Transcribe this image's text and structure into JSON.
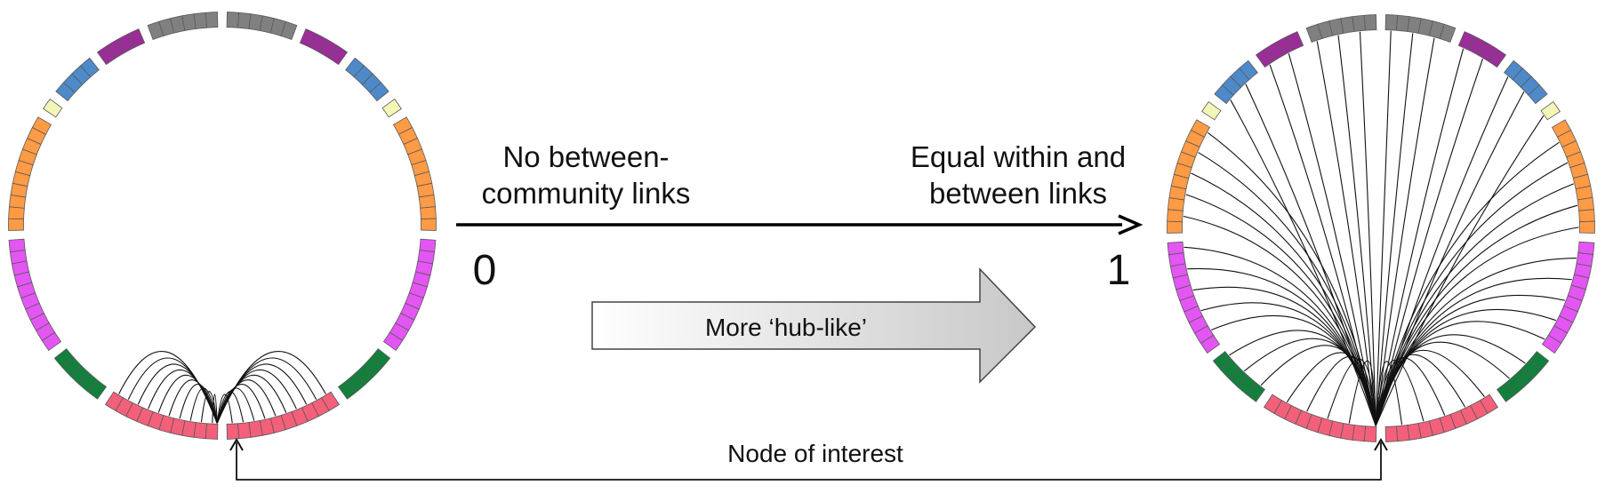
{
  "labels": {
    "left_top_line1": "No between-",
    "left_top_line2": "community links",
    "right_top_line1": "Equal within and",
    "right_top_line2": "between links",
    "scale_min": "0",
    "scale_max": "1",
    "hub_arrow": "More ‘hub-like’",
    "node_of_interest": "Node of interest"
  },
  "communities": [
    {
      "color": "#f4607a",
      "segments": 10
    },
    {
      "color": "#12803c",
      "segments": 5
    },
    {
      "color": "#e356f3",
      "segments": 10
    },
    {
      "color": "#ff9b45",
      "segments": 10
    },
    {
      "color": "#f4f6b7",
      "segments": 1
    },
    {
      "color": "#4e8ac9",
      "segments": 4
    },
    {
      "color": "#9a2d97",
      "segments": 4
    },
    {
      "color": "#808080",
      "segments": 6
    },
    {
      "color": "#808080",
      "segments": 6
    },
    {
      "color": "#9a2d97",
      "segments": 4
    },
    {
      "color": "#4e8ac9",
      "segments": 4
    },
    {
      "color": "#f4f6b7",
      "segments": 1
    },
    {
      "color": "#ff9b45",
      "segments": 10
    },
    {
      "color": "#e356f3",
      "segments": 10
    },
    {
      "color": "#12803c",
      "segments": 5
    },
    {
      "color": "#f4607a",
      "segments": 10
    }
  ],
  "edge_color": "#111111",
  "arrow_fill_start": "#ffffff",
  "arrow_fill_end": "#c8c8c8"
}
